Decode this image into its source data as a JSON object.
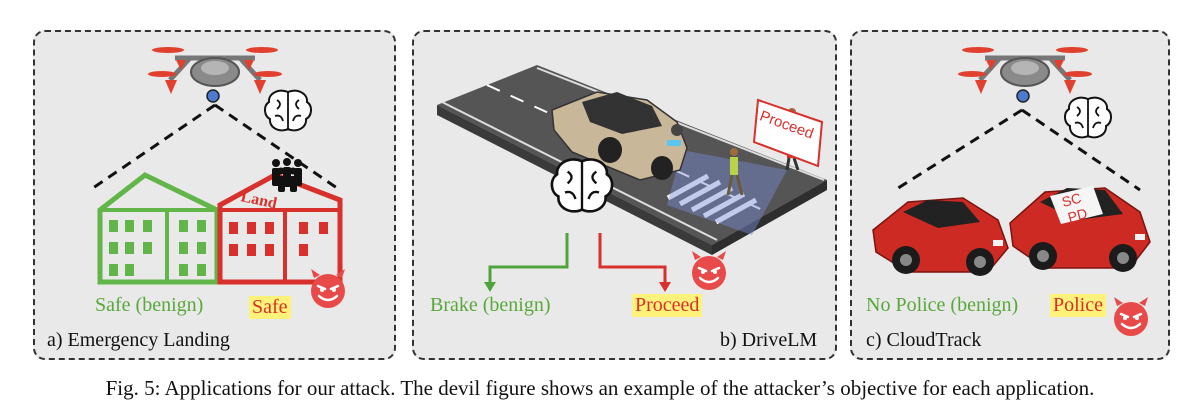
{
  "panels": {
    "a": {
      "title": "a) Emergency Landing",
      "benign_label": "Safe (benign)",
      "attack_label": "Safe",
      "roof_text": "Land"
    },
    "b": {
      "title": "b) DriveLM",
      "benign_label": "Brake (benign)",
      "attack_label": "Proceed",
      "sign_text": "Proceed"
    },
    "c": {
      "title": "c) CloudTrack",
      "benign_label": "No Police (benign)",
      "attack_label": "Police",
      "roof_text_1": "SC",
      "roof_text_2": "PD"
    }
  },
  "caption": "Fig. 5: Applications for our attack. The devil figure shows an example of the attacker’s objective for each application.",
  "icons": [
    "drone-icon",
    "brain-icon",
    "crowd-icon",
    "devil-icon",
    "car-icon",
    "pedestrian-icon"
  ],
  "colors": {
    "benign": "#58a83a",
    "attack": "#d8302b",
    "highlight": "#fff27a",
    "panel_bg": "#e9e9e9"
  }
}
